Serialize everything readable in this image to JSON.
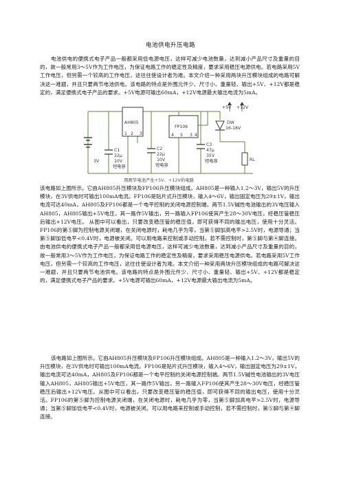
{
  "title": "电池供电升压电路",
  "para1": "电池供电的便携式电子产品一般都采用低电源电压，这样可减少电池数量，达到减小产品尺寸及重量的目的，故一般常用3～5V作为工作电压，为保证电路工作的稳定性及精度，要求采用稳压电源供电。若电路采用5V工作电压，但另需一个较高的工作电压，这往往使设计者为难。本文介绍一种采用两块升压模块组成的电路可解决这一难题，并且只要两节电池供电。该电路的特点是外围元件少、尺寸小、重量轻、输出+5V、+12V都是稳定的，满足便携式电子产品的要求。+5V电源可输出60mA，+12V电源最大输出电流为5mA。",
  "para2": "该电路如上图所示。它由AH805升压模块及FP106升压模块组成。AH805是一种输入1.2～3V，输出5V的升压模块，在3V供电时可输出100mA电流。FP106是贴片式升压模块，输入4～6V，输出固定电压为29±1V，输出电流可达40mA，AH805及FP106都是一个电平控制的关闭电源控制端。两节1.5V碱性电池输出的3V电压输入AH805，AH805输出+5V电压，其一路作5V输出，另一路输入FP106使其产生28～30V电压，经稳压管稳压后输出+12V电压。 从图中可以看出，只要改变稳压管的稳压值，即可获得不同的输出电压，使用十分灵活。FP106的第⑤脚为控制电源关闭端，在关闭电源时，耗电几乎为零，当第⑤脚加高电平>2.5V时，电源导通；当第⑤脚加低电平<0.4V时，电源被关闭。可以用电路来控制或手动控制，若不需控制时，第⑤脚与第④脚连接。由电池供电的便携式电子产品一般都采用低电源电压，这样可减少电池数量，达到减小产品尺寸及重量的目的，故一般常用3～5V作为工作电压，为保证电路工作的稳定性及精度，要求采用稳压电源供电。若电路采用5V工作电压，但另需一个较高的工作电压，这往往使设计者为难。本文介绍一种采用两块升压模块组成的电路可解决这一难题，并且只要两节电池供电。该电路的特点是外围元件少、尺寸小、重量轻、输出+5V、+12V都是稳定的，满足便携式电子产品的要求。+5V电源可输出60mA，+12V电源最大输出电流为5mA。",
  "para3": "该电路如上图所示。它由AH805升压模块及FP106升压模块组成。AH805是一种输入1.2～3V，输出5V的升压模块，在3V供电时可输出100mA电流。FP106是贴片式升压模块，输入4～6V，输出固定电压为29±1V，输出电流可达40mA，AH805及FP106都是一个电平控制的关闭电源控制端。两节1.5V碱性电池输出的3V电压输入AH805，AH805输出+5V电压，其一路作5V输出，另一路输入FP106使其产生28～30V电压，经稳压管稳压后输出+12V电压。从图中可以看出，只要改变稳压管的稳压值，即可获得不同的输出电压，使用十分灵活。FP106的第⑤脚为控制电源关闭端，在关闭电源时，耗电几乎为零，当第⑤脚加高电平>2.5V时，电源导通；当第⑤脚加低电平<0.4V时，电源被关闭。可以用电路来控制或手动控制，若不需控制时，第⑤脚与第④脚连接。",
  "schematic": {
    "ic1": "AH805",
    "ic2": "FP106",
    "battery": "3V",
    "c1": [
      "C1",
      "22μ",
      "10V",
      "钽电容"
    ],
    "c2": [
      "C2",
      "22μ",
      "10V",
      "钽电容"
    ],
    "c3": [
      "C3",
      "47μ",
      "35V",
      "钽电容"
    ],
    "dw": [
      "DW",
      "16-18V"
    ],
    "rl": "RL",
    "out_5v": "+5V",
    "out_12v": "+12V",
    "pin_labels": [
      "1",
      "2",
      "3",
      "4",
      "5",
      "3",
      "4"
    ],
    "caption": "用两节电池产生+5V、+12V的电路"
  }
}
